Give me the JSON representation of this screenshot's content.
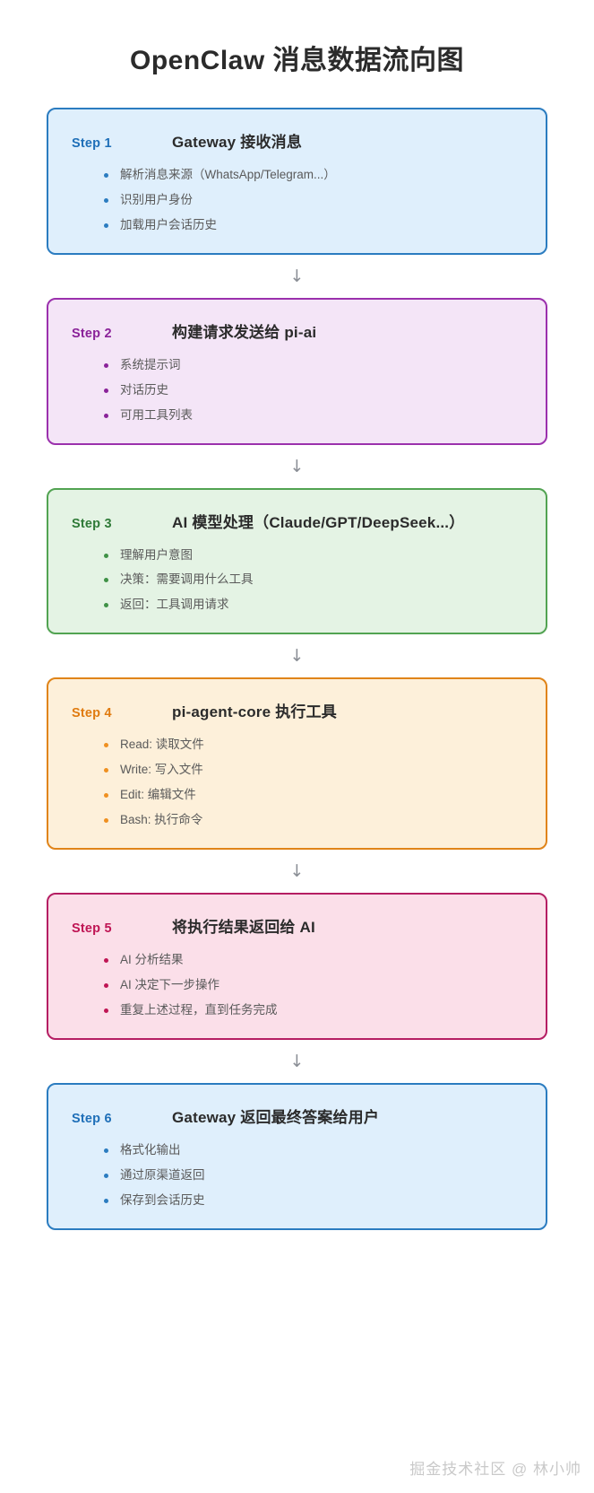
{
  "title": "OpenClaw 消息数据流向图",
  "arrow_glyph": "↓",
  "colors": {
    "blue_border": "#2b7cc0",
    "blue_fill": "#dfeffc",
    "purple_border": "#9b31ad",
    "purple_fill": "#f4e5f7",
    "green_border": "#52a352",
    "green_fill": "#e4f3e4",
    "orange_border": "#e08419",
    "orange_fill": "#fdf0da",
    "pink_border": "#b51e63",
    "pink_fill": "#fbdfe9",
    "title_color": "#2b2b2b",
    "bullet_text": "#5a5a5a",
    "watermark_color": "#c9c9c9"
  },
  "steps": [
    {
      "label": "Step 1",
      "heading": "Gateway 接收消息",
      "theme": "blue",
      "bullets": [
        "解析消息来源（WhatsApp/Telegram...）",
        "识别用户身份",
        "加载用户会话历史"
      ]
    },
    {
      "label": "Step 2",
      "heading": "构建请求发送给 pi-ai",
      "theme": "purple",
      "bullets": [
        "系统提示词",
        "对话历史",
        "可用工具列表"
      ]
    },
    {
      "label": "Step 3",
      "heading": "AI 模型处理（Claude/GPT/DeepSeek...）",
      "theme": "green",
      "bullets": [
        "理解用户意图",
        "决策：需要调用什么工具",
        "返回：工具调用请求"
      ]
    },
    {
      "label": "Step 4",
      "heading": "pi-agent-core 执行工具",
      "theme": "orange",
      "bullets": [
        "Read: 读取文件",
        "Write: 写入文件",
        "Edit: 编辑文件",
        "Bash: 执行命令"
      ]
    },
    {
      "label": "Step 5",
      "heading": "将执行结果返回给 AI",
      "theme": "pink",
      "bullets": [
        "AI 分析结果",
        "AI 决定下一步操作",
        "重复上述过程，直到任务完成"
      ]
    },
    {
      "label": "Step 6",
      "heading": "Gateway 返回最终答案给用户",
      "theme": "blue",
      "bullets": [
        "格式化输出",
        "通过原渠道返回",
        "保存到会话历史"
      ]
    }
  ],
  "watermark": "掘金技术社区 @ 林小帅"
}
